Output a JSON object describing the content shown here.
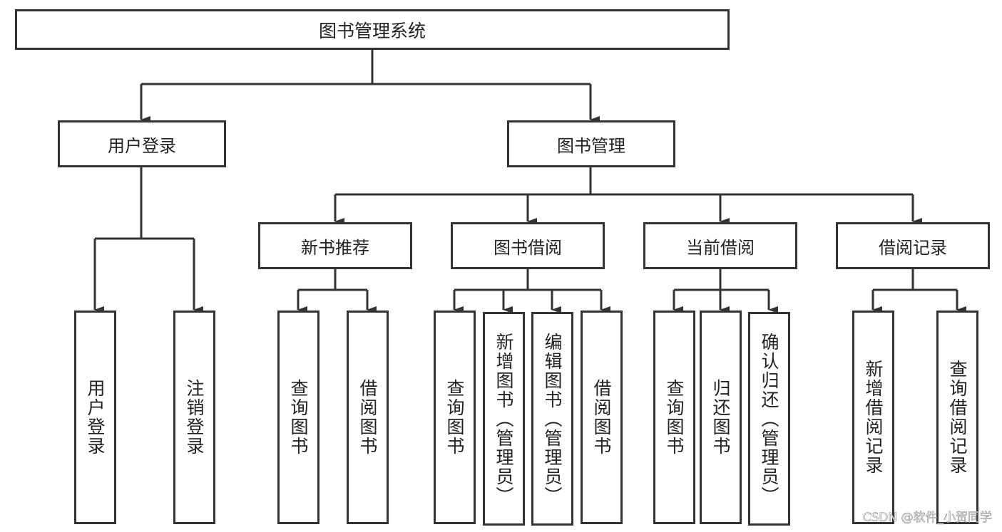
{
  "root": "图书管理系统",
  "level1": [
    "用户登录",
    "图书管理"
  ],
  "level2": [
    "新书推荐",
    "图书借阅",
    "当前借阅",
    "借阅记录"
  ],
  "leaves": {
    "user_login": [
      "用户登录",
      "注销登录"
    ],
    "new_books": [
      "查询图书",
      "借阅图书"
    ],
    "borrow_books": [
      "查询图书",
      "新增图书（管理员）",
      "编辑图书（管理员）",
      "借阅图书"
    ],
    "current_borrow": [
      "查询图书",
      "归还图书",
      "确认归还（管理员）"
    ],
    "borrow_records": [
      "新增借阅记录",
      "查询借阅记录"
    ]
  },
  "watermark": "CSDN @软件_小贺同学"
}
